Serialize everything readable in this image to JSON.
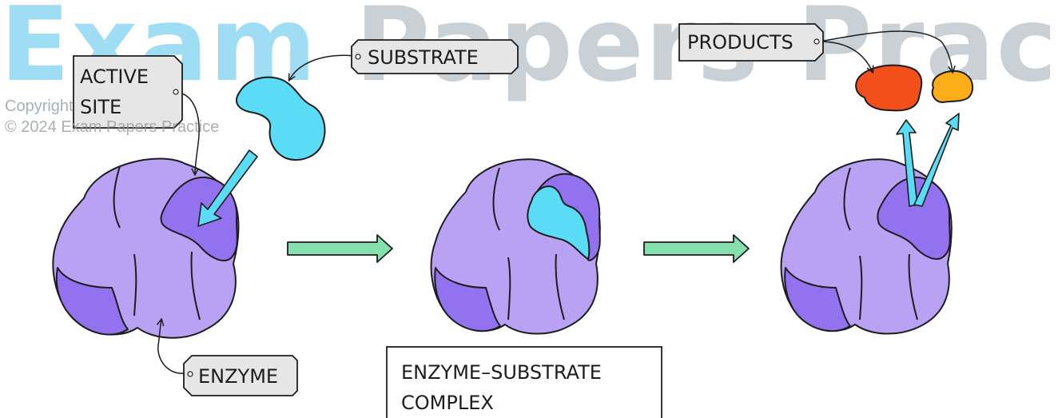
{
  "watermark": {
    "word1": "Exam",
    "word2": "Papers Practice",
    "copyright_line1": "Copyright",
    "copyright_line2": "© 2024 Exam Papers Practice"
  },
  "labels": {
    "active_site_line1": "ACTIVE",
    "active_site_line2": "SITE",
    "substrate": "SUBSTRATE",
    "products": "PRODUCTS",
    "enzyme": "ENZYME",
    "complex_line1": "ENZYME–SUBSTRATE",
    "complex_line2": "COMPLEX"
  },
  "colors": {
    "enzyme": "#b9a2f4",
    "enzyme_dark": "#9272ee",
    "substrate": "#5bdcf6",
    "arrow_green": "#86e0ae",
    "product_red": "#f24f1b",
    "product_orange": "#fbae17",
    "label_fill": "#e6e6e6"
  }
}
